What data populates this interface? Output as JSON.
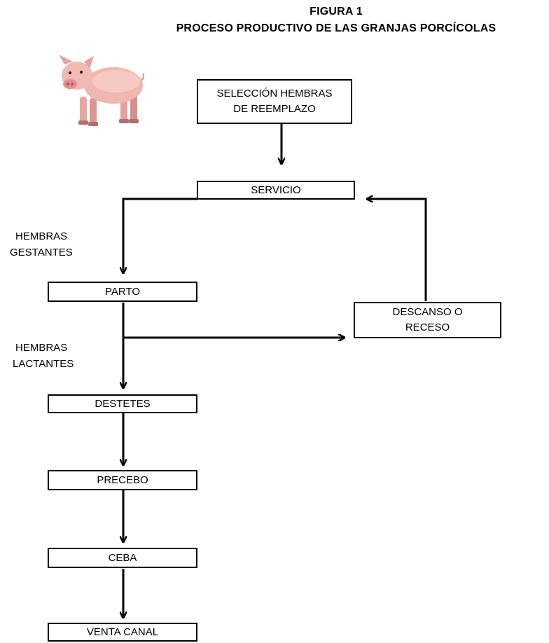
{
  "figure": {
    "label": "FIGURA 1",
    "title": "PROCESO PRODUCTIVO DE LAS GRANJAS PORCÍCOLAS"
  },
  "nodes": {
    "seleccion": "SELECCIÓN HEMBRAS DE REEMPLAZO",
    "servicio": "SERVICIO",
    "parto": "PARTO",
    "descanso": "DESCANSO O RECESO",
    "destetes": "DESTETES",
    "precebo": "PRECEBO",
    "ceba": "CEBA",
    "venta": "VENTA CANAL"
  },
  "edge_labels": {
    "gestantes_1": "HEMBRAS",
    "gestantes_2": "GESTANTES",
    "lactantes_1": "HEMBRAS",
    "lactantes_2": "LACTANTES"
  },
  "illustration": "pig-illustration"
}
